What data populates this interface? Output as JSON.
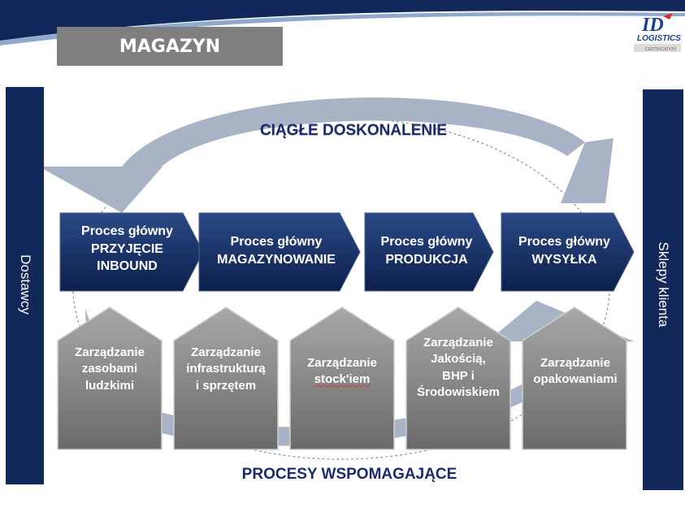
{
  "title": "MAGAZYN",
  "logo": {
    "brand": "ID",
    "sub": "LOGISTICS",
    "badge": "CERTIFICATION"
  },
  "side_left": "Dostawcy",
  "side_right": "Sklepy klienta",
  "cycle_label": "CIĄGŁE DOSKONALENIE",
  "support_label": "PROCESY WSPOMAGAJĄCE",
  "main_processes": [
    {
      "line1": "Proces główny",
      "line2": "PRZYJĘCIE",
      "line3": "INBOUND"
    },
    {
      "line1": "Proces główny",
      "line2": "MAGAZYNOWANIE"
    },
    {
      "line1": "Proces główny",
      "line2": "PRODUKCJA"
    },
    {
      "line1": "Proces główny",
      "line2": "WYSYŁKA"
    }
  ],
  "support_processes": [
    {
      "lines": [
        "Zarządzanie",
        "zasobami",
        "ludzkimi"
      ]
    },
    {
      "lines": [
        "Zarządzanie",
        "infrastrukturą",
        "i sprzętem"
      ]
    },
    {
      "lines": [
        "Zarządzanie",
        "stock'iem"
      ]
    },
    {
      "lines": [
        "Zarządzanie",
        "Jakością,",
        "BHP i",
        "Środowiskiem"
      ]
    },
    {
      "lines": [
        "Zarządzanie",
        "opakowaniami"
      ]
    }
  ],
  "colors": {
    "navy": "#12285a",
    "arrow_grey": "#a9b3c6",
    "title_grey": "#7f7f7f",
    "text_navy": "#1b2b6b"
  }
}
